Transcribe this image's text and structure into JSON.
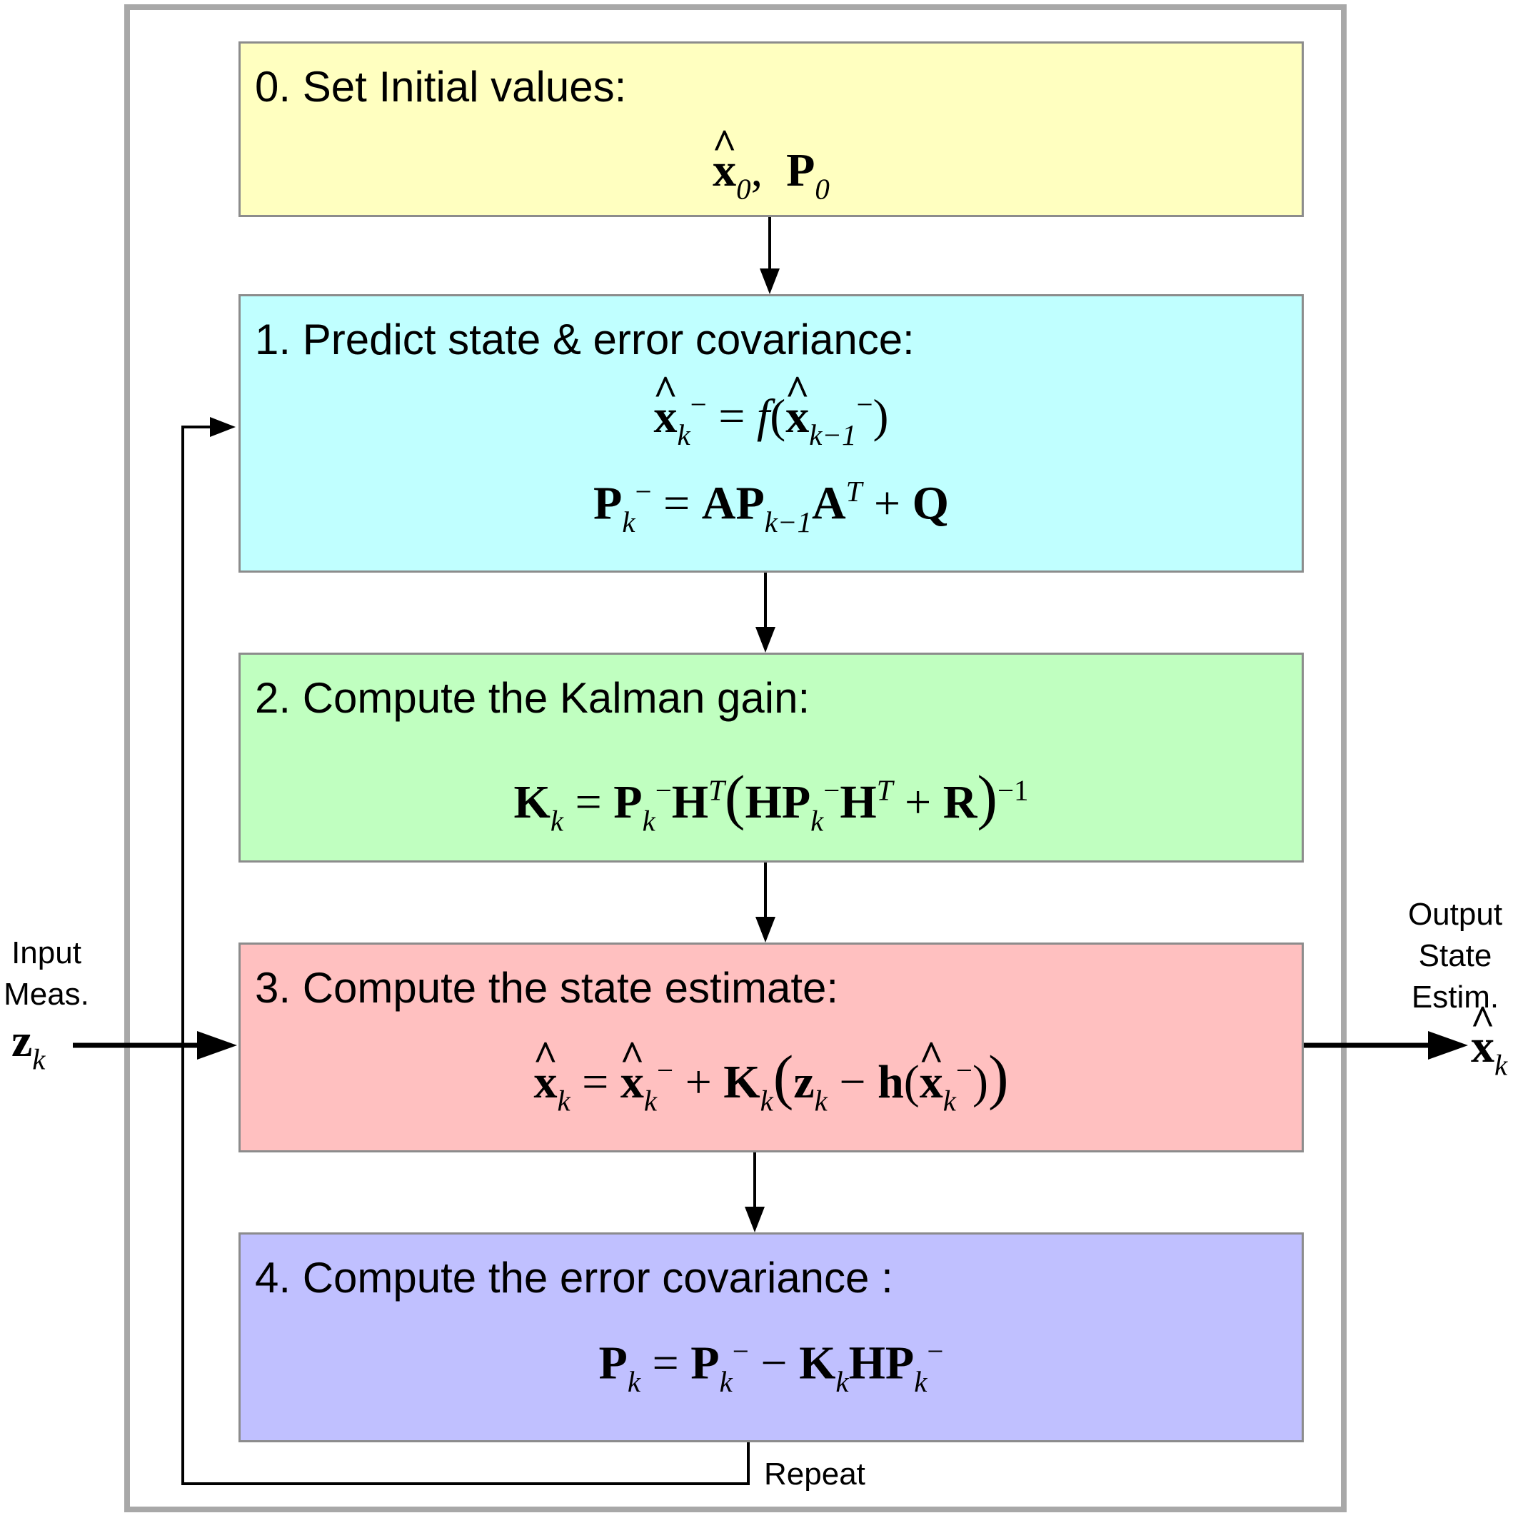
{
  "steps": [
    {
      "title": "0. Set Initial values:",
      "color": "#ffffc0"
    },
    {
      "title": "1. Predict state & error covariance:",
      "color": "#c0ffff"
    },
    {
      "title": "2. Compute the Kalman gain:",
      "color": "#c0ffc0"
    },
    {
      "title": "3. Compute the state estimate:",
      "color": "#ffc0c0"
    },
    {
      "title": "4. Compute the error covariance :",
      "color": "#c0c0ff"
    }
  ],
  "input": {
    "line1": "Input",
    "line2": "Meas."
  },
  "output": {
    "line1": "Output",
    "line2": "State",
    "line3": "Estim."
  },
  "loop_label": "Repeat"
}
